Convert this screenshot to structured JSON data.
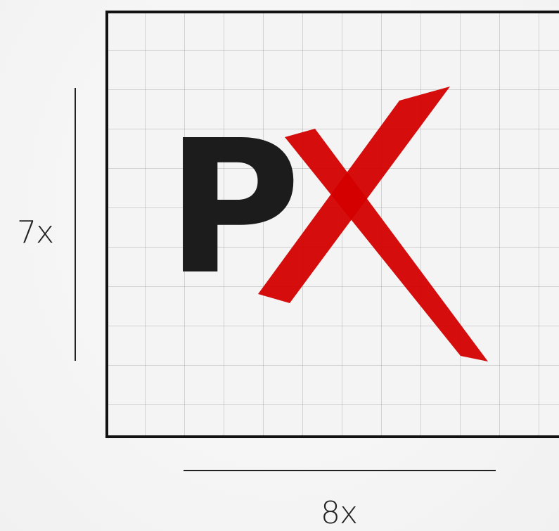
{
  "diagram": {
    "logo_letter_left": "P",
    "logo_letter_right": "X",
    "height_label": "7x",
    "width_label": "8x"
  },
  "colors": {
    "letter_p": "#1c1c1c",
    "letter_x": "#d40000",
    "frame_border": "#111111",
    "grid_line": "#c8c8c8",
    "background": "#f4f4f4"
  },
  "grid": {
    "visible": true
  }
}
